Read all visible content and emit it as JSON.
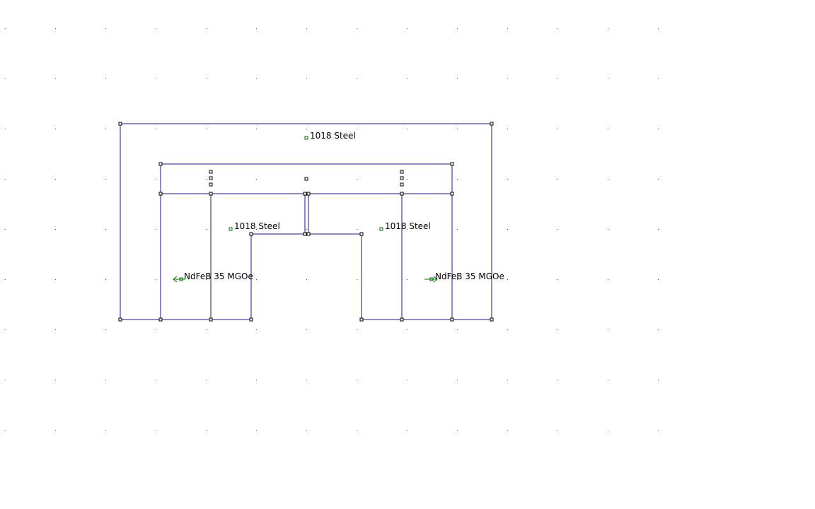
{
  "drawing": {
    "colors": {
      "geometry": "#1a1a80",
      "node": "#000000",
      "label_marker": "#007000",
      "magnet_arrow": "#007000",
      "grid_dot": "#505050",
      "background": "#ffffff"
    },
    "block_labels": [
      {
        "text": "1018 Steel"
      },
      {
        "text": "1018 Steel"
      },
      {
        "text": "1018 Steel"
      },
      {
        "text": "NdFeB 35 MGOe",
        "magnet_direction": "left"
      },
      {
        "text": "NdFeB 35 MGOe",
        "magnet_direction": "right"
      }
    ]
  }
}
